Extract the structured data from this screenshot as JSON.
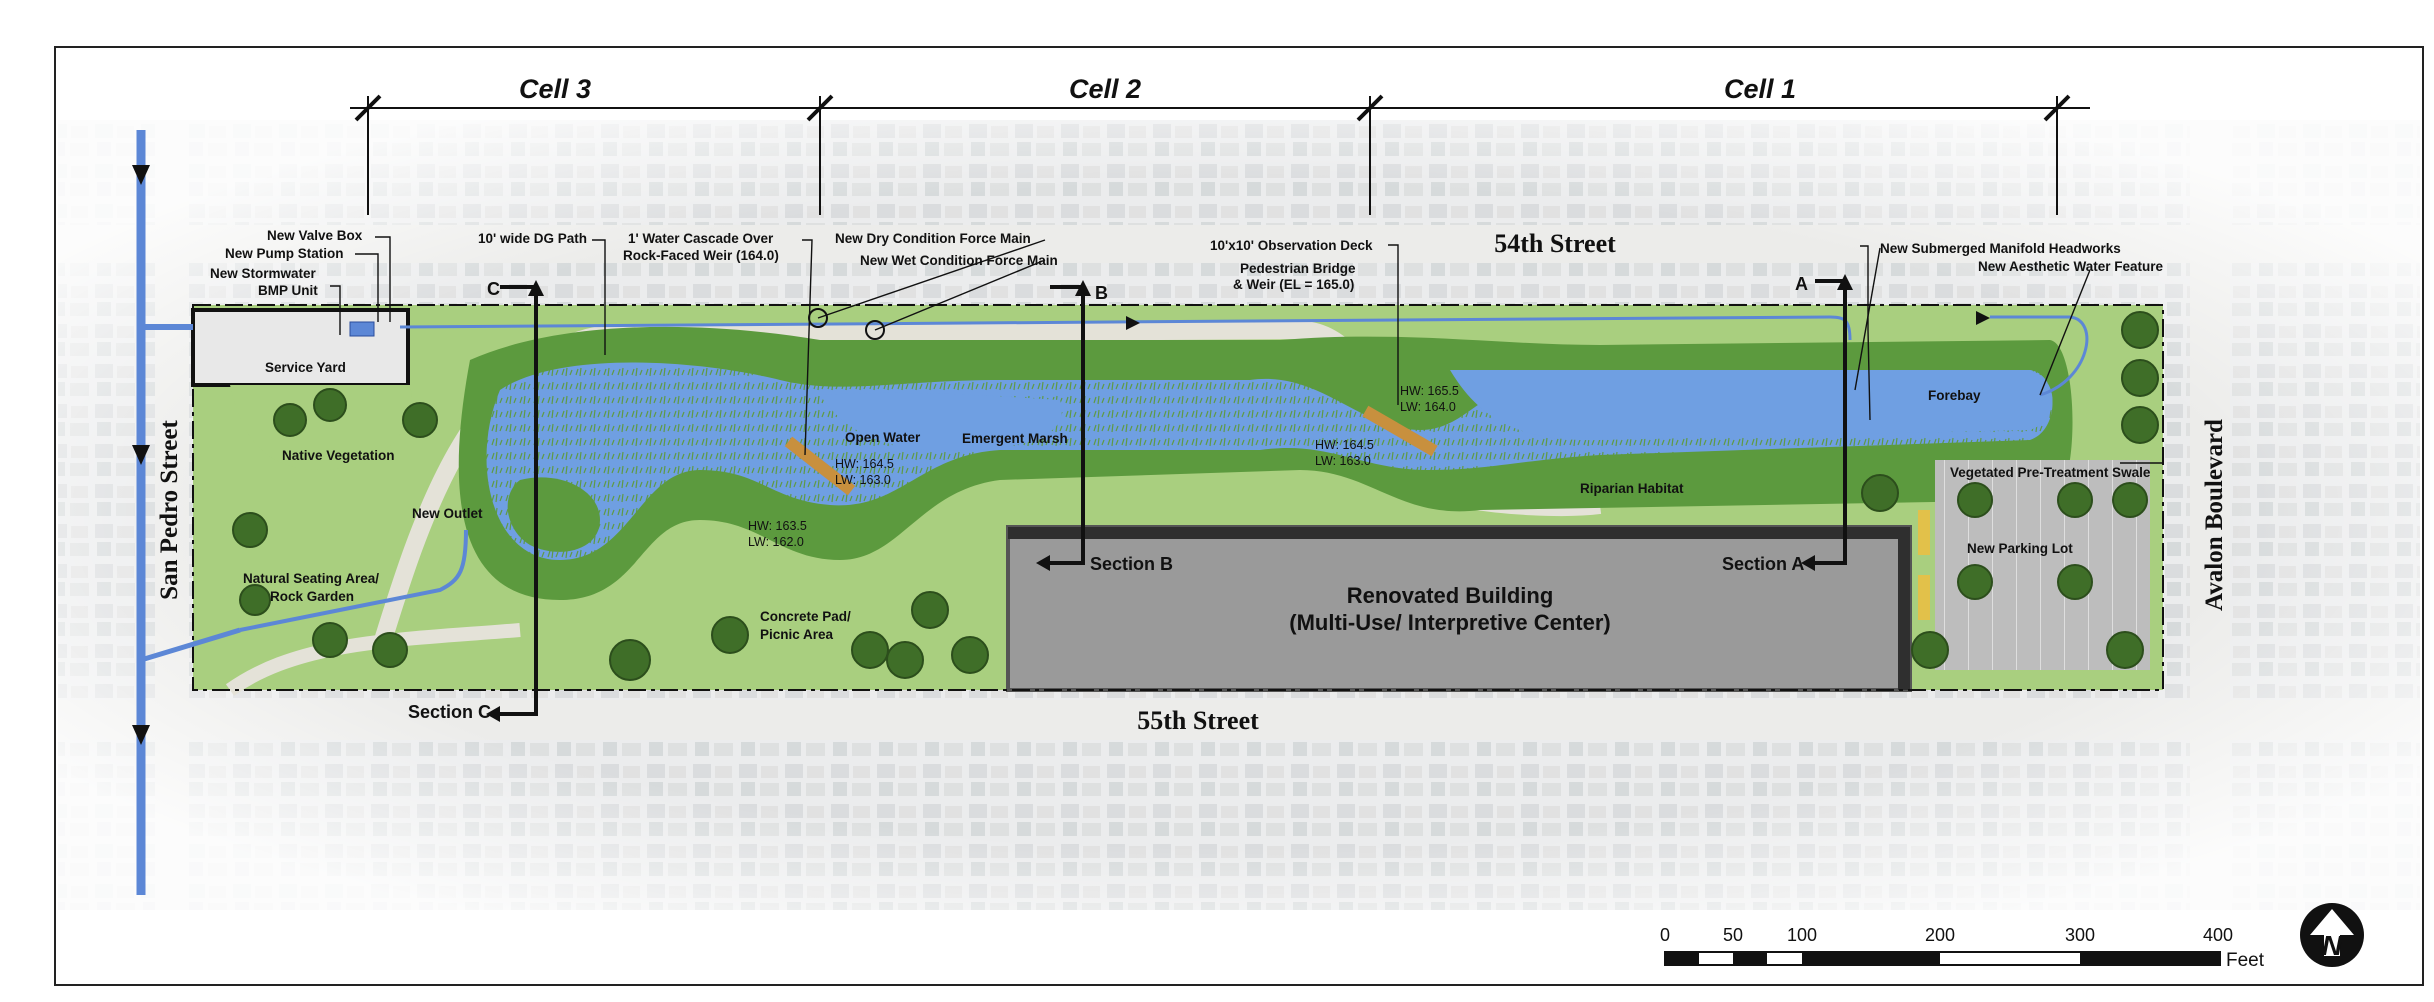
{
  "cells": {
    "cell3": "Cell 3",
    "cell2": "Cell 2",
    "cell1": "Cell 1"
  },
  "streets": {
    "north": "54th Street",
    "south": "55th Street",
    "west": "San Pedro Street",
    "east": "Avalon Boulevard"
  },
  "sections": {
    "c_tag": "C",
    "c_label": "Section C",
    "b_tag": "B",
    "b_label": "Section B",
    "a_tag": "A",
    "a_label": "Section A"
  },
  "building": {
    "line1": "Renovated Building",
    "line2": "(Multi-Use/ Interpretive Center)"
  },
  "labels": {
    "valve_box": "New Valve Box",
    "pump_station": "New Pump Station",
    "stormwater1": "New Stormwater",
    "stormwater2": "BMP Unit",
    "service_yard": "Service Yard",
    "dg_path": "10' wide DG Path",
    "cascade1": "1' Water Cascade Over",
    "cascade2": "Rock-Faced Weir (164.0)",
    "dry_force_main": "New Dry Condition Force Main",
    "wet_force_main": "New Wet Condition Force Main",
    "obs_deck": "10'x10' Observation Deck",
    "ped_bridge1": "Pedestrian Bridge",
    "ped_bridge2": "& Weir (EL = 165.0)",
    "manifold": "New Submerged Manifold Headworks",
    "aesthetic": "New Aesthetic Water Feature",
    "native_veg": "Native Vegetation",
    "new_outlet": "New Outlet",
    "seating1": "Natural Seating Area/",
    "seating2": "Rock Garden",
    "open_water": "Open Water",
    "emergent_marsh": "Emergent Marsh",
    "concrete1": "Concrete Pad/",
    "concrete2": "Picnic Area",
    "riparian": "Riparian Habitat",
    "forebay": "Forebay",
    "swale": "Vegetated Pre-Treatment Swale",
    "parking": "New Parking Lot"
  },
  "water_levels": {
    "cell3": {
      "hw": "HW: 163.5",
      "lw": "LW: 162.0"
    },
    "cell2": {
      "hw": "HW: 164.5",
      "lw": "LW: 163.0"
    },
    "cell1_w": {
      "hw": "HW: 164.5",
      "lw": "LW: 163.0"
    },
    "cell1_e": {
      "hw": "HW: 165.5",
      "lw": "LW: 164.0"
    }
  },
  "scale": {
    "ticks": [
      "0",
      "50",
      "100",
      "200",
      "300",
      "400"
    ],
    "unit": "Feet"
  },
  "north_arrow": "N",
  "colors": {
    "water": "#6f9fe2",
    "grass": "#8fc06a",
    "dark_veg": "#4e8b35",
    "path": "#e4e2d8",
    "building": "#9a9a9a",
    "pipe": "#5c87d6"
  }
}
